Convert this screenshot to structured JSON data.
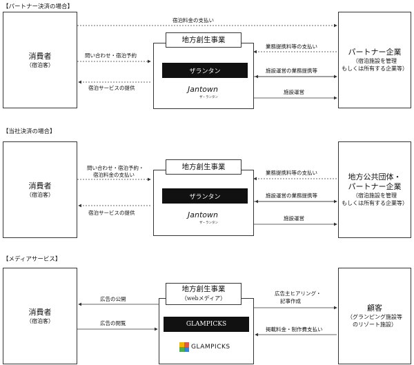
{
  "sections": [
    {
      "title": "【パートナー決済の場合】",
      "consumer": {
        "name": "消費者",
        "sub": "（宿泊客）"
      },
      "top_label": "宿泊料金の支払い",
      "business": {
        "title": "地方創生事業"
      },
      "brand_box": "ザランタン",
      "logo_text": "Jantown",
      "logo_sub": "ザ・ランタン",
      "left_labels": [
        "問い合わせ・宿泊予約",
        "宿泊サービスの提供"
      ],
      "right_labels": [
        "業務提携料等の支払い",
        "施設運営の業務提携等",
        "施設運営"
      ],
      "partner": {
        "name": "パートナー企業",
        "sub1": "（宿泊施設を管理",
        "sub2": "もしくは所有する企業等）"
      }
    },
    {
      "title": "【当社決済の場合】",
      "consumer": {
        "name": "消費者",
        "sub": "（宿泊客）"
      },
      "business": {
        "title": "地方創生事業"
      },
      "brand_box": "ザランタン",
      "logo_text": "Jantown",
      "logo_sub": "ザ・ランタン",
      "left_labels": [
        "問い合わせ・宿泊予約・",
        "宿泊料金の支払い",
        "宿泊サービスの提供"
      ],
      "right_labels": [
        "業務提携料等の支払い",
        "施設運営の業務提携等",
        "施設運営"
      ],
      "partner": {
        "name1": "地方公共団体・",
        "name2": "パートナー企業",
        "sub1": "（宿泊施設を管理",
        "sub2": "もしくは所有する企業等）"
      }
    },
    {
      "title": "【メディアサービス】",
      "consumer": {
        "name": "消費者",
        "sub": "（宿泊客）"
      },
      "business": {
        "title": "地方創生事業",
        "subtitle": "（webメディア）"
      },
      "brand_box": "GLAMPICKS",
      "logo_text": "GLAMPICKS",
      "left_labels": [
        "広告の公開",
        "広告の閲覧"
      ],
      "right_labels": [
        "広告主ヒアリング・",
        "記事作成",
        "掲載料金・制作費支払い"
      ],
      "partner": {
        "name": "顧客",
        "sub1": "（グランピング施設等",
        "sub2": "のリゾート施設）"
      }
    }
  ],
  "colors": {
    "line": "#333333",
    "black_box": "#111111",
    "logo_yellow": "#f2b705",
    "logo_green": "#4caf50"
  }
}
